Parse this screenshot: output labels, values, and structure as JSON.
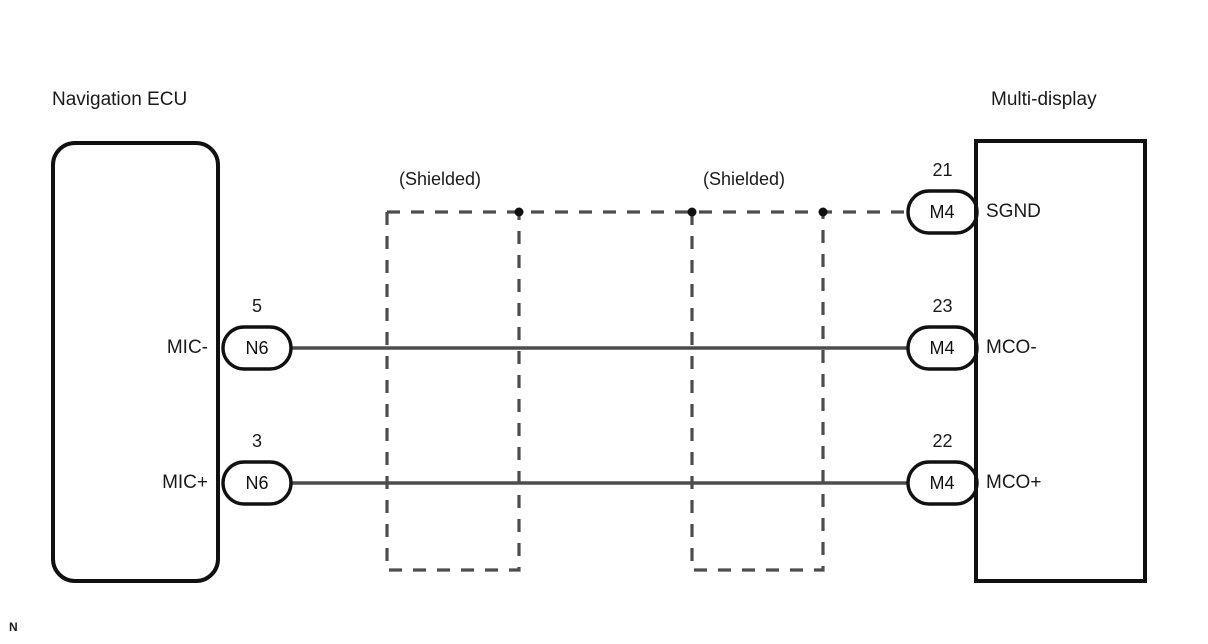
{
  "diagram": {
    "left_unit": {
      "title": "Navigation ECU",
      "terminals": [
        {
          "pin": "5",
          "connector": "N6",
          "signal": "MIC-"
        },
        {
          "pin": "3",
          "connector": "N6",
          "signal": "MIC+"
        }
      ]
    },
    "right_unit": {
      "title": "Multi-display",
      "terminals": [
        {
          "pin": "21",
          "connector": "M4",
          "signal": "SGND"
        },
        {
          "pin": "23",
          "connector": "M4",
          "signal": "MCO-"
        },
        {
          "pin": "22",
          "connector": "M4",
          "signal": "MCO+"
        }
      ]
    },
    "shield_labels": [
      {
        "text": "(Shielded)"
      },
      {
        "text": "(Shielded)"
      }
    ],
    "footer_mark": "N",
    "colors": {
      "line": "#1a1a1a",
      "wire": "#4d4d4d",
      "shield": "#4d4d4d",
      "background": "#ffffff"
    }
  }
}
